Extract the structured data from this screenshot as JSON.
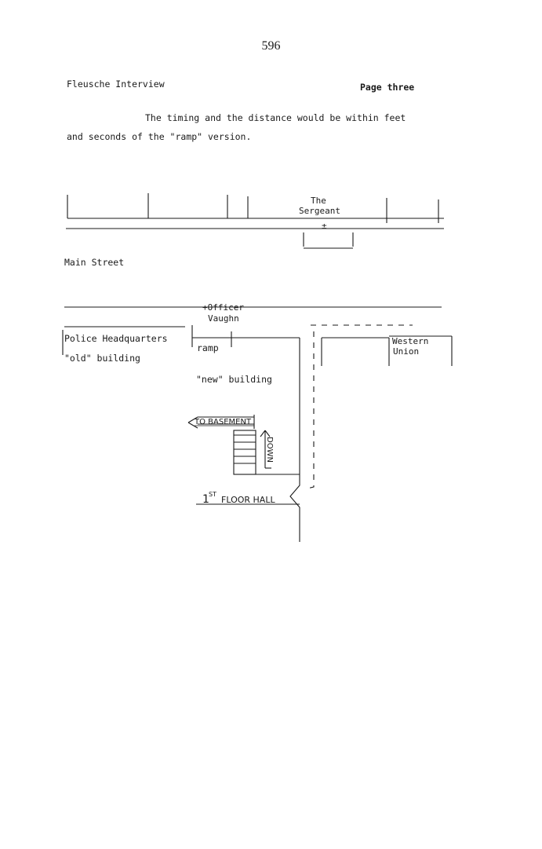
{
  "page_number": "596",
  "header": {
    "left": "Fleusche Interview",
    "right": "Page three"
  },
  "body": {
    "line1": "The timing and the distance would be within feet",
    "line2": "and seconds of the \"ramp\" version."
  },
  "diagram": {
    "sergeant_label_1": "The",
    "sergeant_label_2": "Sergeant",
    "sergeant_mark": "±",
    "main_street": "Main Street",
    "officer_label_1": "+Officer",
    "officer_label_2": "Vaughn",
    "police_hq": "Police Headquarters",
    "old_building": "\"old\" building",
    "ramp": "ramp",
    "new_building": "\"new\" building",
    "western_union_1": "Western",
    "western_union_2": "Union",
    "to_basement": "TO BASEMENT",
    "down": "DOWN",
    "first_floor_sup": "ST",
    "first_floor_1": "1",
    "first_floor_2": "FLOOR HALL"
  }
}
